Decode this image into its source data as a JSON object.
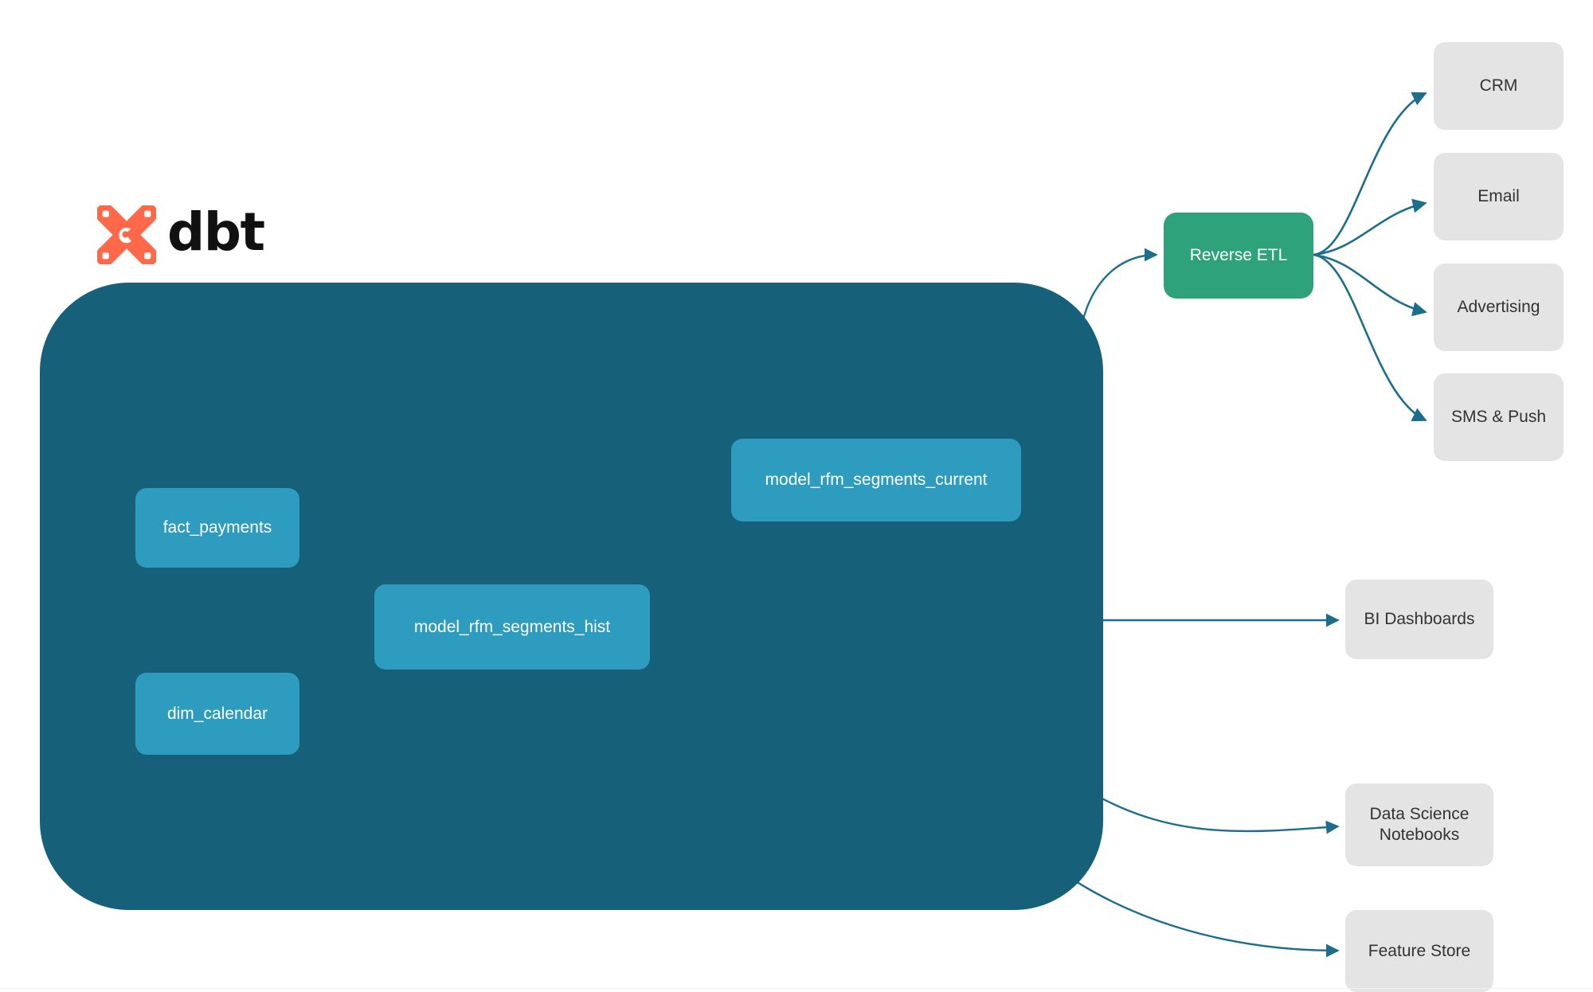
{
  "brand": {
    "logo_icon": "dbt-logo-icon",
    "wordmark": "dbt",
    "logo_color": "#FF694A",
    "wordmark_color": "#111111"
  },
  "colors": {
    "project_container": "#17607A",
    "model_node": "#2E9CBE",
    "service_node": "#2EA27B",
    "destination_node": "#E4E4E4",
    "external_edge": "#1C6E8C",
    "internal_edge": "#2E9CBE",
    "background": "#FFFFFF"
  },
  "project": {
    "container_name": "dbt-project-container",
    "models": [
      {
        "id": "fact_payments",
        "label": "fact_payments"
      },
      {
        "id": "dim_calendar",
        "label": "dim_calendar"
      },
      {
        "id": "model_rfm_segments_hist",
        "label": "model_rfm_segments_hist"
      },
      {
        "id": "model_rfm_segments_current",
        "label": "model_rfm_segments_current"
      }
    ]
  },
  "services": [
    {
      "id": "reverse_etl",
      "label": "Reverse ETL"
    }
  ],
  "activation_destinations": [
    {
      "id": "crm",
      "label": "CRM"
    },
    {
      "id": "email",
      "label": "Email"
    },
    {
      "id": "advertising",
      "label": "Advertising"
    },
    {
      "id": "sms_push",
      "label": "SMS & Push"
    }
  ],
  "analytics_destinations": [
    {
      "id": "bi_dashboards",
      "label": "BI Dashboards"
    },
    {
      "id": "ds_notebooks",
      "label": "Data Science\nNotebooks",
      "line1": "Data Science",
      "line2": "Notebooks"
    },
    {
      "id": "feature_store",
      "label": "Feature Store"
    }
  ],
  "chart_data": {
    "type": "diagram",
    "title": "",
    "nodes": [
      {
        "id": "fact_payments",
        "label": "fact_payments",
        "group": "dbt_project",
        "shape": "rounded-rect",
        "color": "#2E9CBE"
      },
      {
        "id": "dim_calendar",
        "label": "dim_calendar",
        "group": "dbt_project",
        "shape": "rounded-rect",
        "color": "#2E9CBE"
      },
      {
        "id": "model_rfm_segments_hist",
        "label": "model_rfm_segments_hist",
        "group": "dbt_project",
        "shape": "rounded-rect",
        "color": "#2E9CBE"
      },
      {
        "id": "model_rfm_segments_current",
        "label": "model_rfm_segments_current",
        "group": "dbt_project",
        "shape": "rounded-rect",
        "color": "#2E9CBE"
      },
      {
        "id": "reverse_etl",
        "label": "Reverse ETL",
        "group": "service",
        "shape": "rounded-rect",
        "color": "#2EA27B"
      },
      {
        "id": "crm",
        "label": "CRM",
        "group": "destination",
        "shape": "rounded-rect",
        "color": "#E4E4E4"
      },
      {
        "id": "email",
        "label": "Email",
        "group": "destination",
        "shape": "rounded-rect",
        "color": "#E4E4E4"
      },
      {
        "id": "advertising",
        "label": "Advertising",
        "group": "destination",
        "shape": "rounded-rect",
        "color": "#E4E4E4"
      },
      {
        "id": "sms_push",
        "label": "SMS & Push",
        "group": "destination",
        "shape": "rounded-rect",
        "color": "#E4E4E4"
      },
      {
        "id": "bi_dashboards",
        "label": "BI Dashboards",
        "group": "destination",
        "shape": "rounded-rect",
        "color": "#E4E4E4"
      },
      {
        "id": "ds_notebooks",
        "label": "Data Science Notebooks",
        "group": "destination",
        "shape": "rounded-rect",
        "color": "#E4E4E4"
      },
      {
        "id": "feature_store",
        "label": "Feature Store",
        "group": "destination",
        "shape": "rounded-rect",
        "color": "#E4E4E4"
      }
    ],
    "edges": [
      {
        "from": "fact_payments",
        "to": "model_rfm_segments_hist",
        "arrow": true
      },
      {
        "from": "dim_calendar",
        "to": "model_rfm_segments_hist",
        "arrow": true
      },
      {
        "from": "model_rfm_segments_hist",
        "to": "model_rfm_segments_current",
        "arrow": true
      },
      {
        "from": "model_rfm_segments_current",
        "to": "reverse_etl",
        "arrow": true
      },
      {
        "from": "reverse_etl",
        "to": "crm",
        "arrow": true
      },
      {
        "from": "reverse_etl",
        "to": "email",
        "arrow": true
      },
      {
        "from": "reverse_etl",
        "to": "advertising",
        "arrow": true
      },
      {
        "from": "reverse_etl",
        "to": "sms_push",
        "arrow": true
      },
      {
        "from": "model_rfm_segments_hist",
        "to": "bi_dashboards",
        "arrow": true
      },
      {
        "from": "model_rfm_segments_hist",
        "to": "ds_notebooks",
        "arrow": true
      },
      {
        "from": "model_rfm_segments_hist",
        "to": "feature_store",
        "arrow": true
      }
    ],
    "groups": [
      {
        "id": "dbt_project",
        "label": "dbt",
        "color": "#17607A"
      }
    ]
  }
}
